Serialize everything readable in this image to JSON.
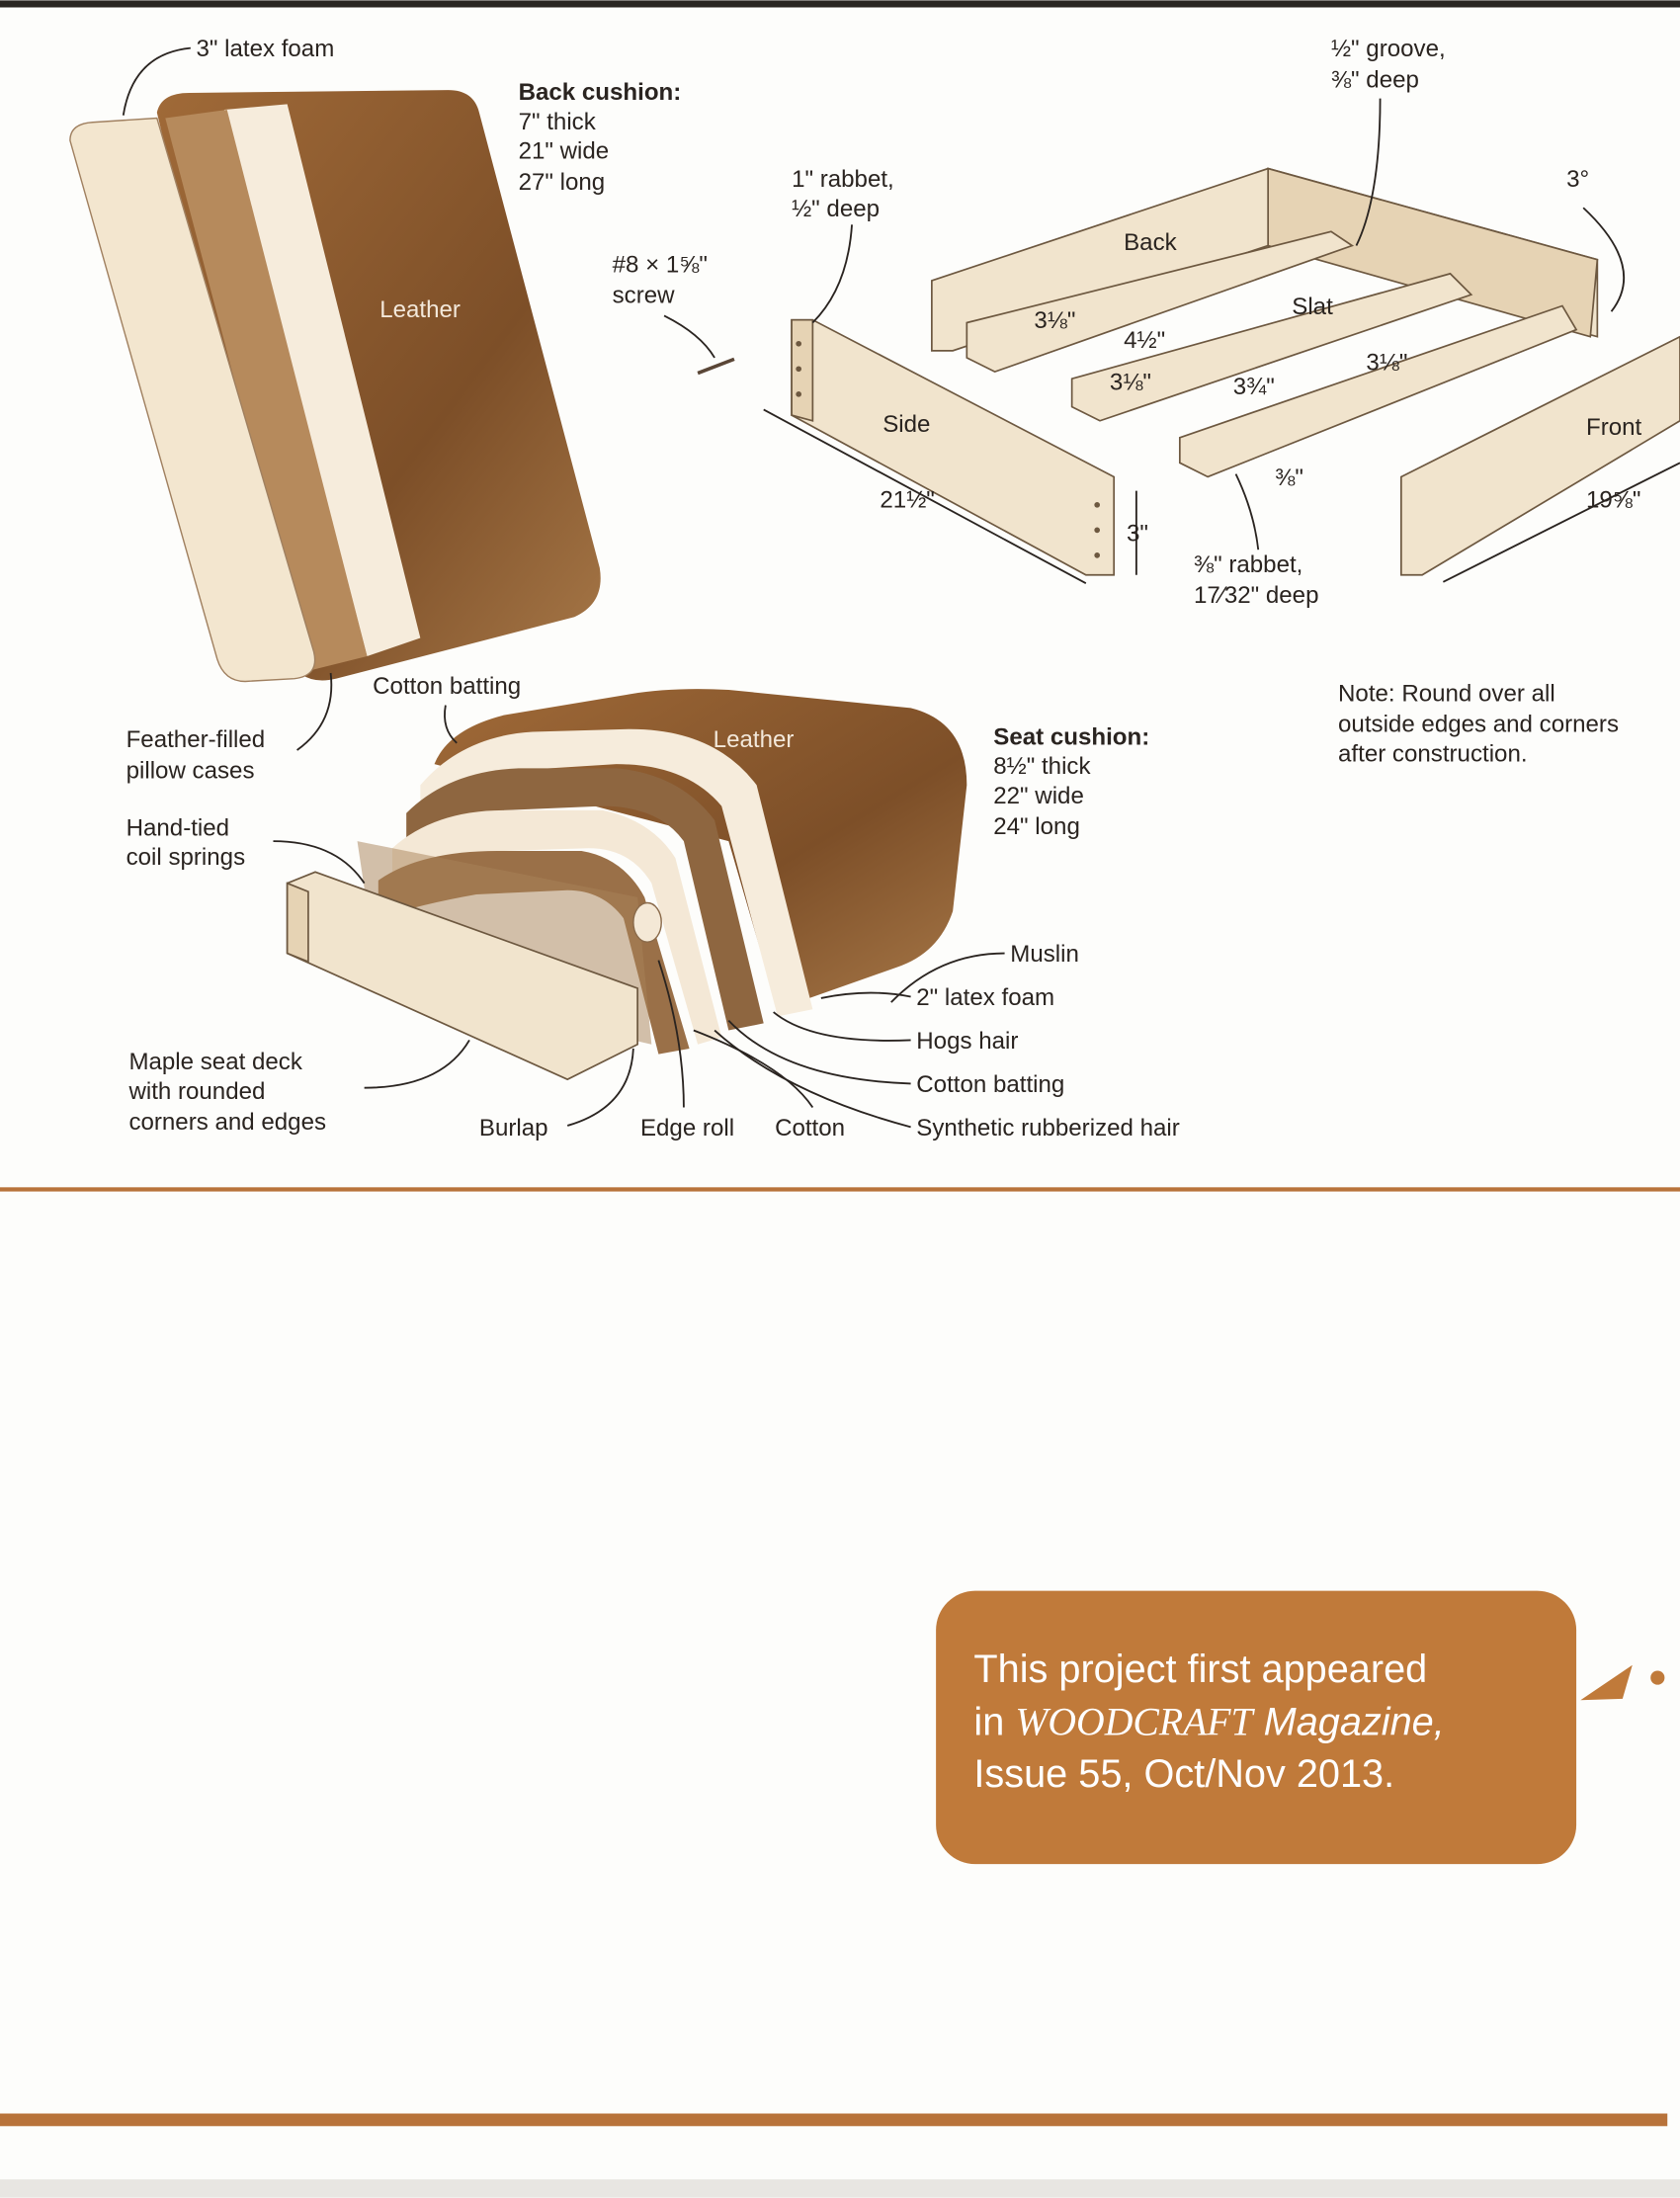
{
  "back_cushion": {
    "foam_label": "3\" latex foam",
    "title": "Back cushion:",
    "specs": [
      "7\" thick",
      "21\" wide",
      "27\" long"
    ],
    "leather_label": "Leather",
    "feather_label": [
      "Feather-filled",
      "pillow cases"
    ]
  },
  "frame": {
    "rabbet_label": [
      "1\" rabbet,",
      "½\" deep"
    ],
    "screw_label": [
      "#8 × 1⅝\"",
      "screw"
    ],
    "groove_label": [
      "½\" groove,",
      "⅜\" deep"
    ],
    "angle_label": "3°",
    "back_label": "Back",
    "slat_label": "Slat",
    "side_label": "Side",
    "front_label": "Front",
    "side_length": "21½\"",
    "height": "3\"",
    "front_length": "19⅝\"",
    "slat_rabbet_width": "⅜\"",
    "slat_rabbet_label": [
      "⅜\" rabbet,",
      "17⁄32\" deep"
    ],
    "spacings": [
      "3⅛\"",
      "4½\"",
      "3⅛\"",
      "3¾\"",
      "3⅛\""
    ]
  },
  "seat_cushion": {
    "cotton_batting_top": "Cotton batting",
    "leather_label": "Leather",
    "title": "Seat cushion:",
    "specs": [
      "8½\" thick",
      "22\" wide",
      "24\" long"
    ],
    "springs_label": [
      "Hand-tied",
      "coil springs"
    ],
    "deck_label": [
      "Maple seat deck",
      "with rounded",
      "corners and edges"
    ],
    "layers_right": [
      "Muslin",
      "2\" latex foam",
      "Hogs hair",
      "Cotton batting",
      "Synthetic rubberized hair"
    ],
    "layers_bottom": [
      "Burlap",
      "Edge roll",
      "Cotton"
    ]
  },
  "note": [
    "Note: Round over all",
    "outside edges and corners",
    "after construction."
  ],
  "callout": {
    "line1": "This project first appeared",
    "line2_prefix": "in ",
    "line2_brand": "WOODCRAFT",
    "line2_suffix": " Magazine,",
    "line3": "Issue 55, Oct/Nov 2013.",
    "color": "#c07a3a"
  },
  "colors": {
    "accent": "#b8733a",
    "leather": "#8a5a2e"
  }
}
